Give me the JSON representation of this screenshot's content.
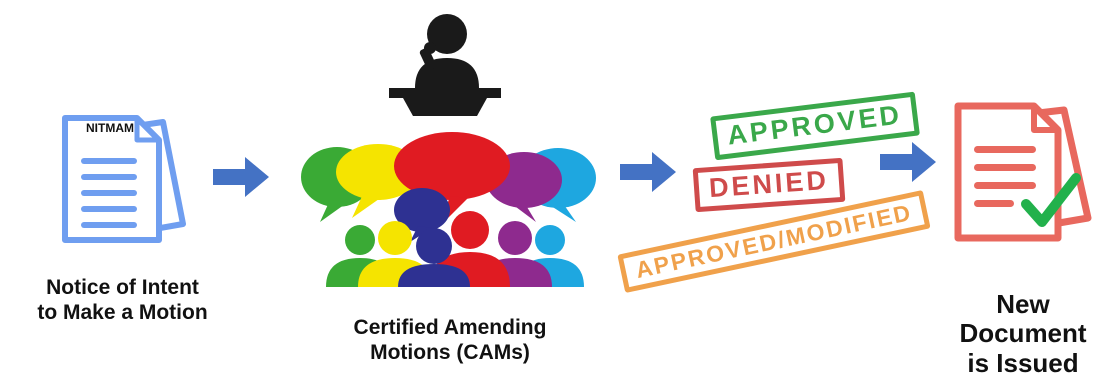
{
  "step1": {
    "doc_tag": "NITMAM",
    "caption_line1": "Notice of Intent",
    "caption_line2": "to Make a Motion"
  },
  "step2": {
    "caption_line1": "Certified Amending",
    "caption_line2": "Motions (CAMs)"
  },
  "step3": {
    "stamps": [
      "APPROVED",
      "DENIED",
      "APPROVED/MODIFIED"
    ]
  },
  "step4": {
    "caption_line1": "New",
    "caption_line2": "Document",
    "caption_line3": "is Issued"
  },
  "colors": {
    "arrow": "#4472c4",
    "doc_blue": "#6f9ef0",
    "doc_red": "#e8685e",
    "approved": "#3aa84a",
    "denied": "#cf4b4b",
    "modified": "#f0a14b",
    "check": "#22b14c"
  }
}
